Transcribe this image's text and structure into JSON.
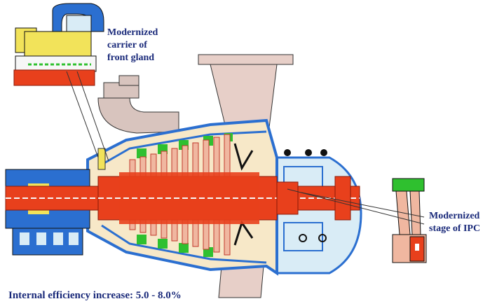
{
  "labels": {
    "front_gland": "Modernized\ncarrier of\nfront gland",
    "ipc_stage": "Modernized\nstage of IPC",
    "efficiency": "Internal efficiency increase: 5.0 - 8.0%"
  },
  "colors": {
    "rotor": "#e8401c",
    "casing_blue": "#2b6fd0",
    "casing_light": "#d9ecf6",
    "hood": "#e7cfc8",
    "stator_green": "#2fc02f",
    "blade_pink": "#f0b7a0",
    "bearing_yellow": "#f2e35a",
    "cream": "#f7e8c8",
    "text_blue": "#1a2a7a"
  }
}
